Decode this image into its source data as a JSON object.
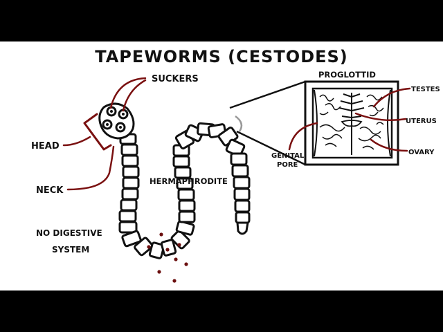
{
  "title": "TAPEWORMS (CESTODES)",
  "labels": {
    "suckers": "SUCKERS",
    "head": "HEAD",
    "neck": "NECK",
    "hermaphrodite": "HERMAPHRODITE",
    "no_digestive_line1": "NO DIGESTIVE",
    "no_digestive_line2": "SYSTEM",
    "proglottid": "PROGLOTTID",
    "testes": "TESTES",
    "uterus": "UTERUS",
    "ovary": "OVARY",
    "genital_line1": "GENITAL",
    "genital_line2": "PORE"
  },
  "colors": {
    "ink": "#111111",
    "pointer": "#7a1010",
    "egg": "#6b0f0f",
    "background": "#ffffff",
    "letterbox": "#000000"
  }
}
